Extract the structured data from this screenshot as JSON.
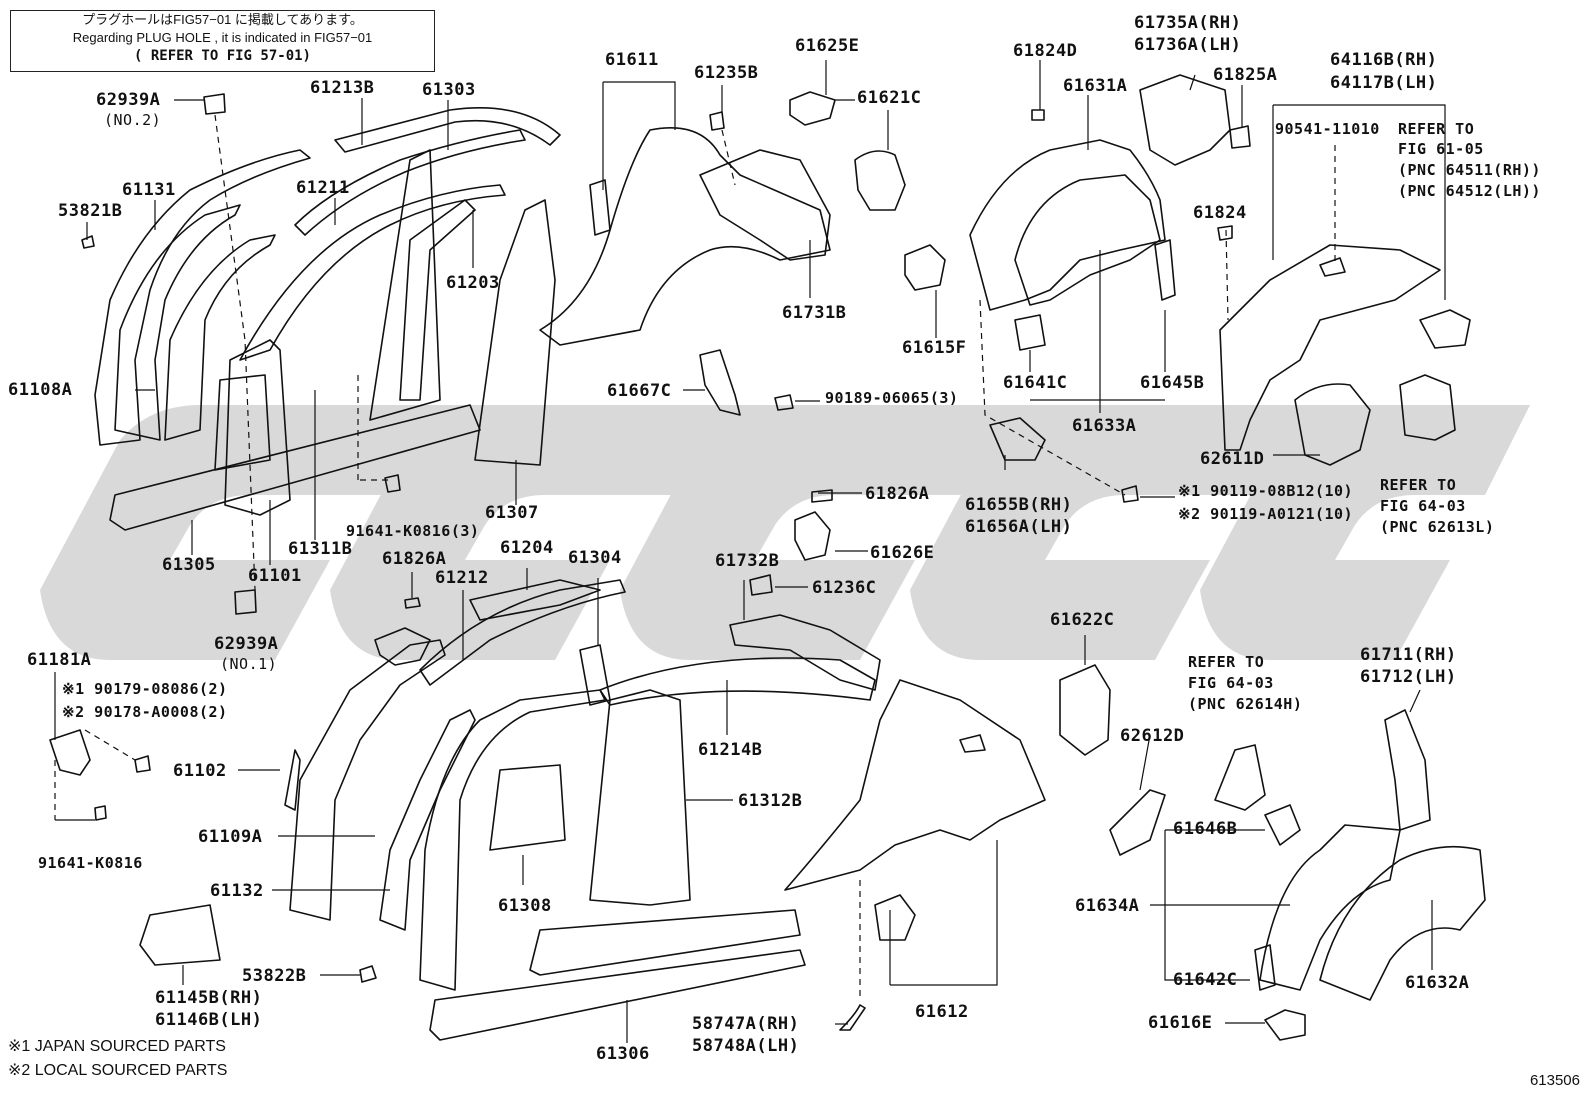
{
  "note": {
    "line_jp": "プラグホールはFIG57−01 に掲載してあります。",
    "line_en": "Regarding PLUG HOLE , it is indicated in FIG57−01",
    "line_ref": "( REFER TO FIG 57-01)"
  },
  "labels": {
    "p62939A_top": "62939A",
    "p62939A_top_no": "(NO.2)",
    "p61213B": "61213B",
    "p61303": "61303",
    "p61131": "61131",
    "p53821B": "53821B",
    "p61211": "61211",
    "p61203": "61203",
    "p61108A": "61108A",
    "p61305": "61305",
    "p61101": "61101",
    "p61311B": "61311B",
    "p61307": "61307",
    "p91641K0816_3": "91641-K0816(3)",
    "p62939A_bot": "62939A",
    "p62939A_bot_no": "(NO.1)",
    "p61611": "61611",
    "p61235B": "61235B",
    "p61625E": "61625E",
    "p61621C": "61621C",
    "p61731B": "61731B",
    "p61667C": "61667C",
    "p90189": "90189-06065(3)",
    "p61826A_r": "61826A",
    "p61626E": "61626E",
    "p61735A": "61735A(RH)",
    "p61736A": "61736A(LH)",
    "p61824D": "61824D",
    "p61631A": "61631A",
    "p61825A": "61825A",
    "p61824": "61824",
    "p61615F": "61615F",
    "p61641C": "61641C",
    "p61645B": "61645B",
    "p61633A": "61633A",
    "p61655B": "61655B(RH)",
    "p61656A": "61656A(LH)",
    "p90119_1": "※1 90119-08B12(10)",
    "p90119_2": "※2 90119-A0121(10)",
    "p64116B": "64116B(RH)",
    "p64117B": "64117B(LH)",
    "p90541": "90541-11010",
    "ref_6105_a": "REFER TO",
    "ref_6105_b": "FIG 61-05",
    "ref_6105_c": "(PNC 64511(RH))",
    "ref_6105_d": "(PNC 64512(LH))",
    "p62611D": "62611D",
    "ref_6403_a": "REFER TO",
    "ref_6403_b": "FIG 64-03",
    "ref_6403_c": "(PNC 62613L)",
    "p61826A_l": "61826A",
    "p61212": "61212",
    "p61204": "61204",
    "p61304": "61304",
    "p61732B": "61732B",
    "p61236C": "61236C",
    "p61181A": "61181A",
    "p90179": "※1 90179-08086(2)",
    "p90178": "※2 90178-A0008(2)",
    "p61102": "61102",
    "p91641K0816": "91641-K0816",
    "p61109A": "61109A",
    "p61132": "61132",
    "p61145B": "61145B(RH)",
    "p61146B": "61146B(LH)",
    "p53822B": "53822B",
    "p61308": "61308",
    "p61214B": "61214B",
    "p61312B": "61312B",
    "p61306": "61306",
    "p58747A": "58747A(RH)",
    "p58748A": "58748A(LH)",
    "p61612": "61612",
    "p61622C": "61622C",
    "p62612D": "62612D",
    "ref_6403b_a": "REFER TO",
    "ref_6403b_b": "FIG 64-03",
    "ref_6403b_c": "(PNC 62614H)",
    "p61711": "61711(RH)",
    "p61712": "61712(LH)",
    "p61646B": "61646B",
    "p61634A": "61634A",
    "p61642C": "61642C",
    "p61632A": "61632A",
    "p61616E": "61616E"
  },
  "footnotes": {
    "note1": "※1 JAPAN SOURCED PARTS",
    "note2": "※2 LOCAL SOURCED PARTS"
  },
  "figure_number": "613506",
  "colors": {
    "line": "#111111",
    "watermark": "#d9d9d9"
  }
}
